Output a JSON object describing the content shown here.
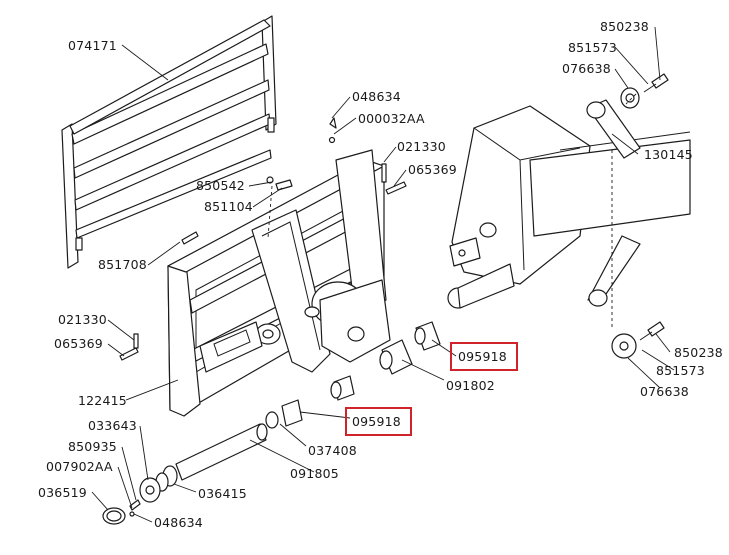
{
  "highlight_color": "#d0232a",
  "labels": {
    "p074171": "074171",
    "p850238_top": "850238",
    "p851573_top": "851573",
    "p076638_top": "076638",
    "p048634_top": "048634",
    "p000032AA": "000032AA",
    "p021330_top": "021330",
    "p065369_top": "065369",
    "p850542": "850542",
    "p851104": "851104",
    "p130145": "130145",
    "p851708": "851708",
    "p021330_left": "021330",
    "p065369_left": "065369",
    "p095918_right": "095918",
    "p850238_right": "850238",
    "p851573_right": "851573",
    "p091802": "091802",
    "p076638_right": "076638",
    "p122415": "122415",
    "p095918_mid": "095918",
    "p033643": "033643",
    "p037408": "037408",
    "p850935": "850935",
    "p007902AA": "007902AA",
    "p091805": "091805",
    "p036415": "036415",
    "p036519": "036519",
    "p048634_bottom": "048634"
  }
}
